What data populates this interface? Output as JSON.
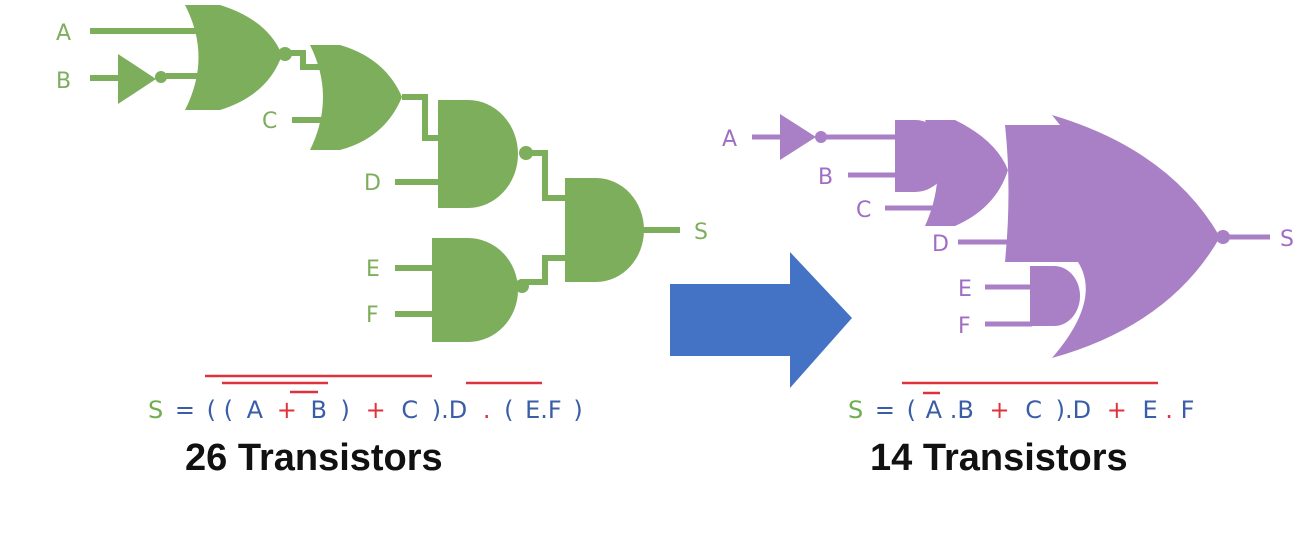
{
  "colors": {
    "left_circuit": "#7cae5c",
    "right_circuit": "#a97fc6",
    "arrow": "#4472c4",
    "overbar": "#e0323c",
    "operator_red": "#e0323c",
    "operand_blue": "#3a5da8",
    "output_green": "#6fae50",
    "output_purple": "#a06dc3",
    "caption": "#111111"
  },
  "left": {
    "inputs": [
      "A",
      "B",
      "C",
      "D",
      "E",
      "F"
    ],
    "output": "S",
    "equation": {
      "lhs": "S",
      "eq": "=",
      "p1": "( (",
      "a": "A",
      "plus1": "+",
      "b": "B",
      "p2": ")",
      "plus2": "+",
      "c": "C",
      "p3": ").D",
      "dot": ".",
      "p4": "(",
      "ef": "E.F",
      "p5": ")"
    },
    "caption": "26 Transistors"
  },
  "right": {
    "inputs": [
      "A",
      "B",
      "C",
      "D",
      "E",
      "F"
    ],
    "output": "S",
    "equation": {
      "lhs": "S",
      "eq": "=",
      "p1": "(",
      "a": "A",
      "b": ".B",
      "plus1": "+",
      "c": "C",
      "p2": ").D",
      "plus2": "+",
      "e": "E",
      "dot": ".",
      "f": "F"
    },
    "caption": "14 Transistors"
  }
}
